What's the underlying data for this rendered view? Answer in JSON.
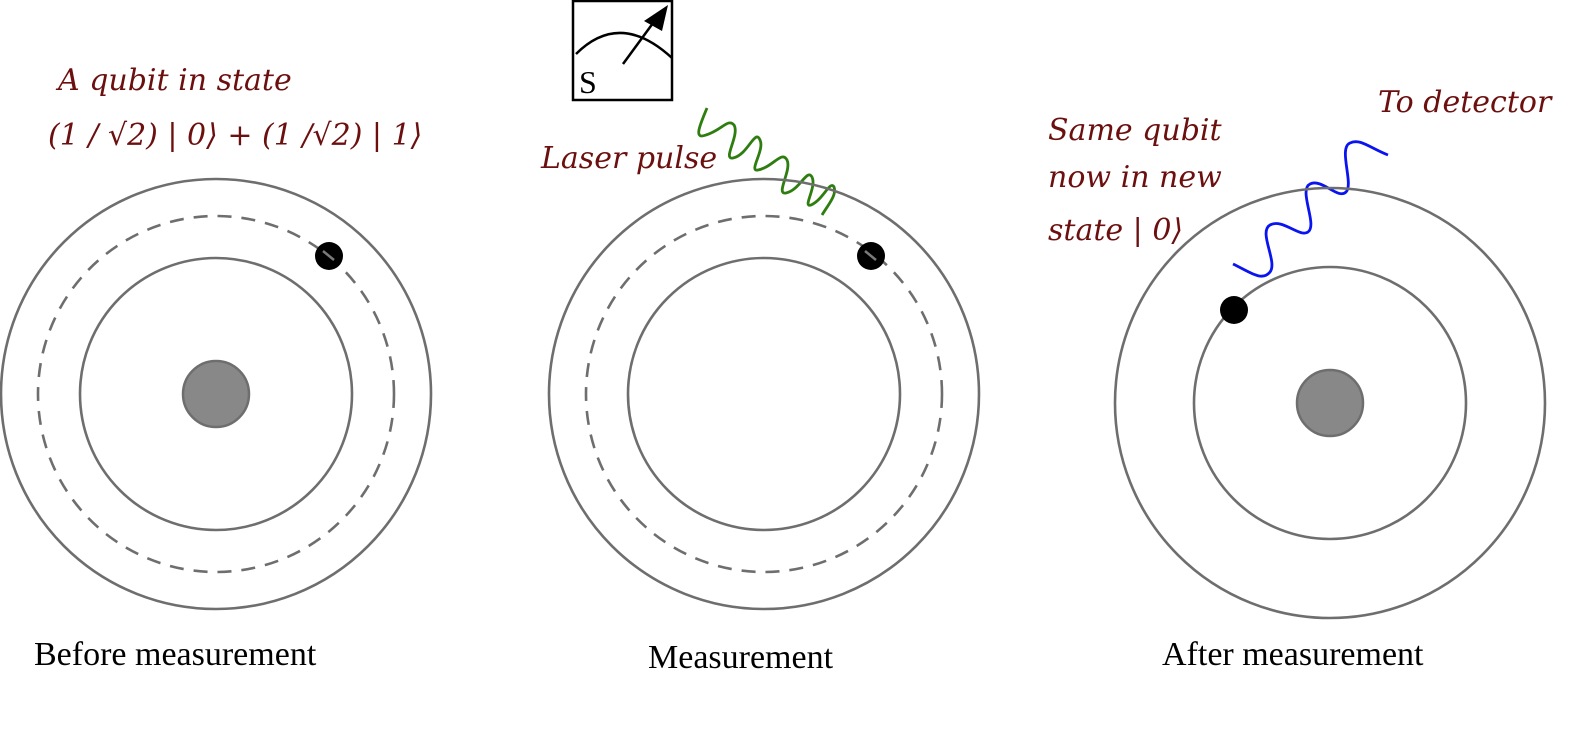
{
  "diagram": {
    "title": "Qubit measurement diagram",
    "colors": {
      "annotation": "#6b0f0f",
      "orbit": "#6e6e6e",
      "nucleus": "#888888",
      "electron": "#000000",
      "laser_wave": "#2e7d0f",
      "emitted_wave": "#0a14f0"
    },
    "panels": [
      {
        "id": "before",
        "caption": "Before measurement",
        "annotation_lines": [
          "A qubit in state",
          "(1 / √2) | 0⟩ + (1 /√2) | 1⟩"
        ],
        "electron_orbit": "excited (dashed superposition orbit)"
      },
      {
        "id": "measurement",
        "caption": "Measurement",
        "annotation_lines": [
          "Laser pulse"
        ],
        "meter_label": "S",
        "electron_orbit": "excited (dashed superposition orbit)"
      },
      {
        "id": "after",
        "caption": "After measurement",
        "annotation_lines": [
          "Same qubit",
          "now in new",
          "state | 0⟩"
        ],
        "emission_label": "To detector",
        "electron_orbit": "ground (inner orbit)"
      }
    ]
  }
}
